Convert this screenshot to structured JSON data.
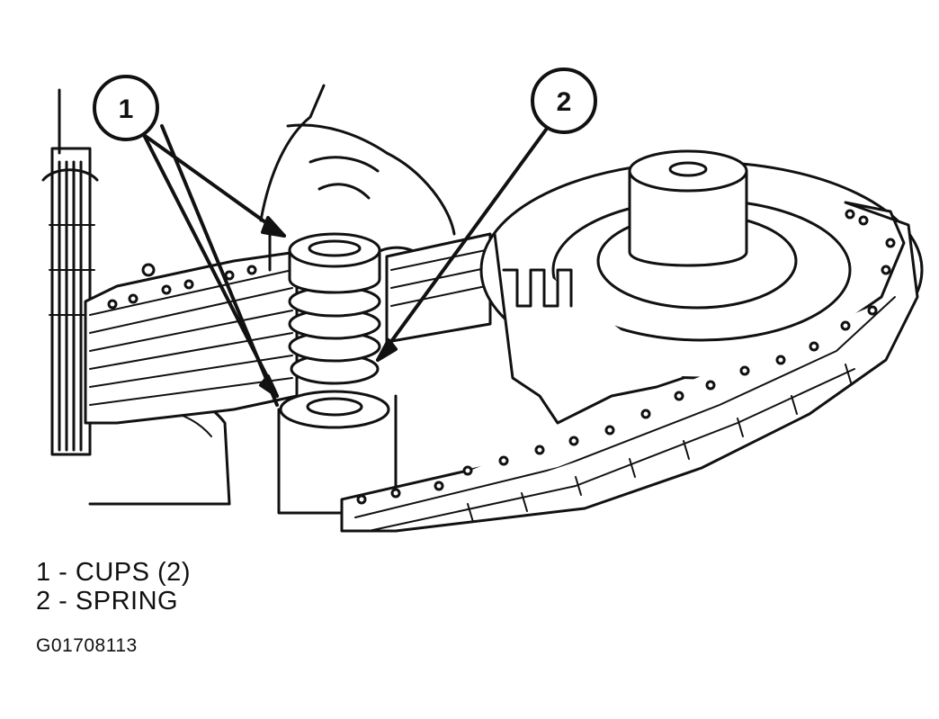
{
  "callouts": [
    {
      "number": "1"
    },
    {
      "number": "2"
    }
  ],
  "legend": [
    {
      "text": "1 - CUPS (2)"
    },
    {
      "text": "2 - SPRING"
    }
  ],
  "figure_id": "G01708113"
}
